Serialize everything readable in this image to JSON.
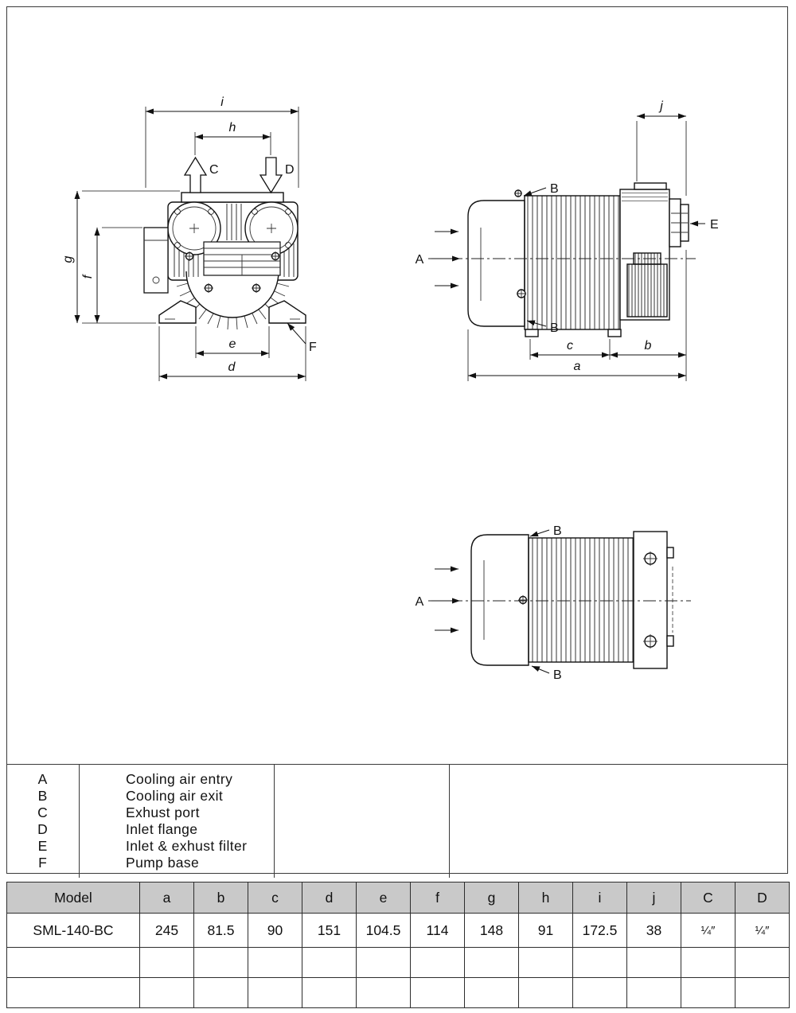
{
  "legend": {
    "items": [
      {
        "key": "A",
        "desc": "Cooling air entry"
      },
      {
        "key": "B",
        "desc": "Cooling air exit"
      },
      {
        "key": "C",
        "desc": "Exhust port"
      },
      {
        "key": "D",
        "desc": "Inlet flange"
      },
      {
        "key": "E",
        "desc": "Inlet & exhust filter"
      },
      {
        "key": "F",
        "desc": "Pump base"
      }
    ]
  },
  "spec_table": {
    "headers": [
      "Model",
      "a",
      "b",
      "c",
      "d",
      "e",
      "f",
      "g",
      "h",
      "i",
      "j",
      "C",
      "D"
    ],
    "rows": [
      [
        "SML-140-BC",
        "245",
        "81.5",
        "90",
        "151",
        "104.5",
        "114",
        "148",
        "91",
        "172.5",
        "38",
        "¼″",
        "¼″"
      ]
    ]
  },
  "views": {
    "front": {
      "dim_i": "i",
      "dim_h": "h",
      "dim_g": "g",
      "dim_f": "f",
      "dim_e": "e",
      "dim_d": "d",
      "label_c": "C",
      "label_d": "D",
      "label_f": "F"
    },
    "side": {
      "dim_j": "j",
      "dim_c": "c",
      "dim_b": "b",
      "dim_a": "a",
      "label_a": "A",
      "label_b": "B",
      "label_e": "E"
    },
    "bottom": {
      "label_a": "A",
      "label_b": "B"
    }
  }
}
